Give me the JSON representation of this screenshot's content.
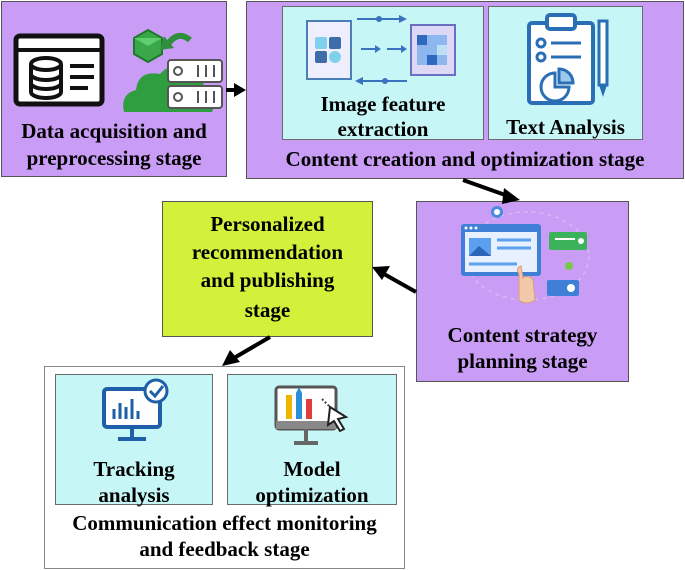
{
  "stages": {
    "data_acquisition": {
      "label_line1": "Data acquisition and",
      "label_line2": "preprocessing stage"
    },
    "content_creation": {
      "label": "Content creation and optimization stage",
      "image_feature": {
        "line1": "Image feature",
        "line2": "extraction"
      },
      "text_analysis": {
        "label": "Text Analysis"
      }
    },
    "content_strategy": {
      "line1": "Content strategy",
      "line2": "planning stage"
    },
    "personalized": {
      "line1": "Personalized",
      "line2": "recommendation",
      "line3": "and publishing",
      "line4": "stage"
    },
    "communication": {
      "line1": "Communication effect monitoring",
      "line2": "and feedback stage",
      "tracking": {
        "line1": "Tracking",
        "line2": "analysis"
      },
      "model": {
        "line1": "Model",
        "line2": "optimization"
      }
    }
  },
  "icons": [
    "database-folder-icon",
    "cloud-server-icon",
    "image-feature-icon",
    "clipboard-chart-icon",
    "web-content-icon",
    "monitor-chart-icon",
    "monitor-design-icon"
  ],
  "colors": {
    "purple": "#c99cf5",
    "cyan": "#c7f6f7",
    "lime": "#d3f03a",
    "arrow": "#000000"
  }
}
